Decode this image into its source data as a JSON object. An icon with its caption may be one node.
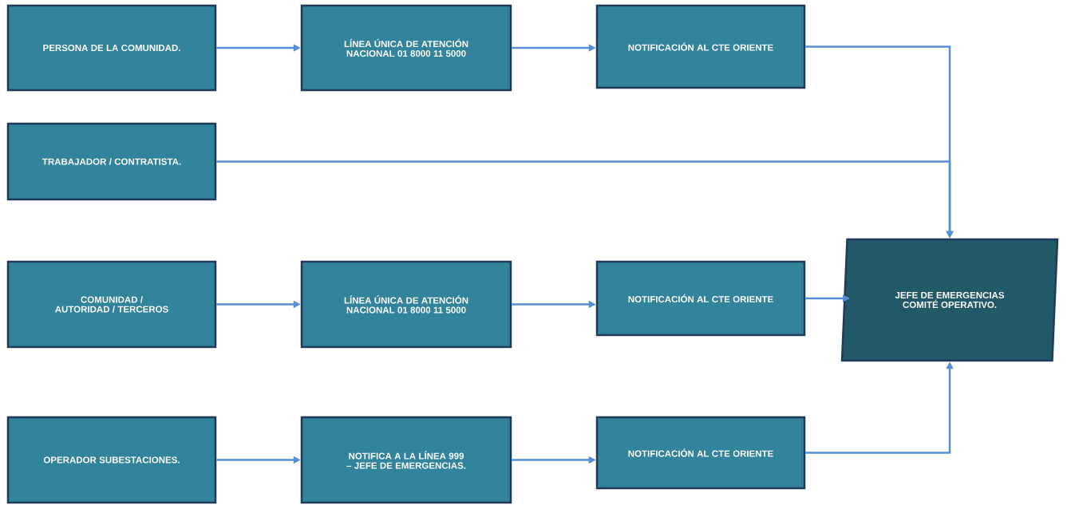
{
  "diagram": {
    "nodes": [
      {
        "text": [
          "PERSONA DE LA COMUNIDAD."
        ]
      },
      {
        "text": [
          "LÍNEA ÚNICA DE ATENCIÓN NACIONAL 01 8000 11 5000"
        ]
      },
      {
        "text": [
          "NOTIFICACIÓN AL CTE ORIENTE"
        ]
      },
      {
        "text": [
          "TRABAJADOR / CONTRATISTA."
        ]
      },
      {
        "text": [
          "COMUNIDAD / AUTORIDAD / TERCEROS"
        ]
      },
      {
        "text": [
          "LÍNEA ÚNICA DE ATENCIÓN NACIONAL 01 8000 11 5000"
        ]
      },
      {
        "text": [
          "NOTIFICACIÓN AL CTE ORIENTE"
        ]
      },
      {
        "text": [
          "OPERADOR SUBESTACIONES."
        ]
      },
      {
        "text": [
          "NOTIFICA A LA LÍNEA 999 – JEFE DE EMERGENCIAS."
        ]
      },
      {
        "text": [
          "NOTIFICACIÓN AL CTE ORIENTE"
        ]
      },
      {
        "text": [
          "JEFE DE EMERGENCIAS COMITÉ OPERATIVO."
        ]
      }
    ],
    "edges": [
      {
        "from": 0,
        "to": 1,
        "arrow": "to"
      },
      {
        "from": 1,
        "to": 2,
        "arrow": "to"
      },
      {
        "from": 2,
        "to": 10,
        "arrow": "to"
      },
      {
        "from": 3,
        "to": 10,
        "arrow": "to"
      },
      {
        "from": 4,
        "to": 5,
        "arrow": "to"
      },
      {
        "from": 5,
        "to": 6,
        "arrow": "to"
      },
      {
        "from": 6,
        "to": 10,
        "arrow": "to"
      },
      {
        "from": 7,
        "to": 8,
        "arrow": "to"
      },
      {
        "from": 8,
        "to": 9,
        "arrow": "to"
      },
      {
        "from": 9,
        "to": 10,
        "arrow": "to"
      }
    ]
  }
}
